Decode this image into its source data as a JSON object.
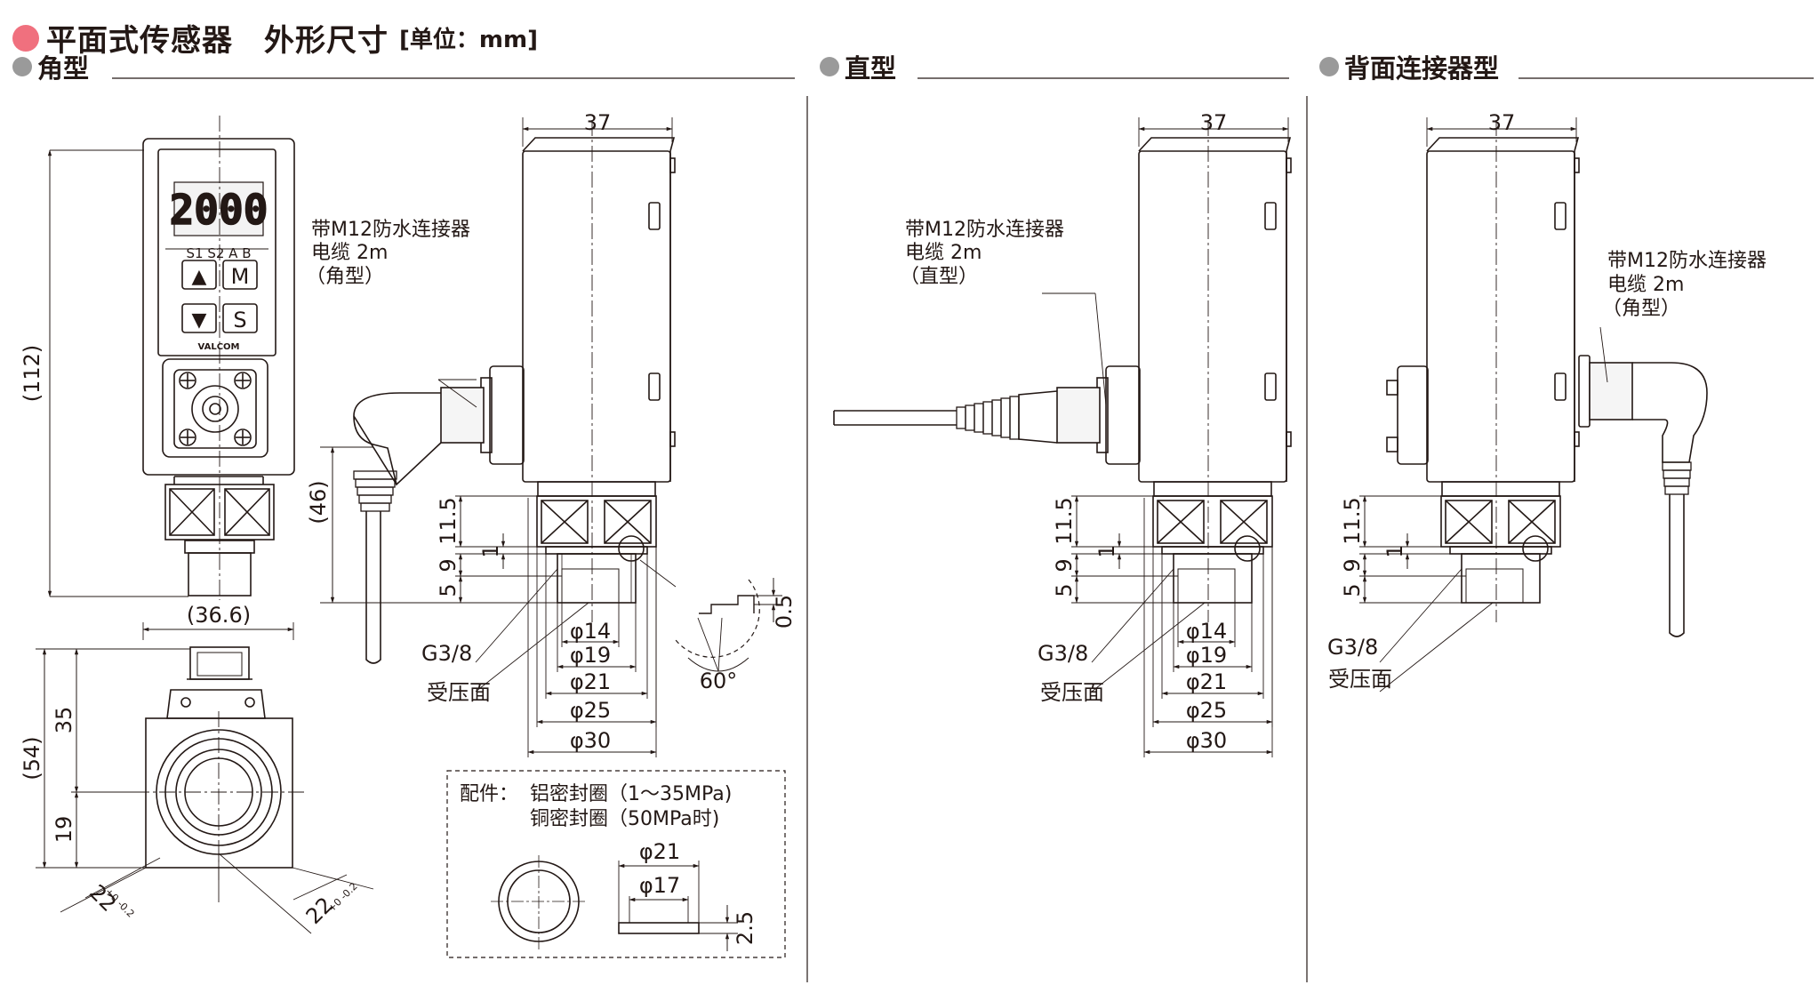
{
  "header": {
    "title": "平面式传感器　外形尺寸",
    "unit": "[单位：mm]"
  },
  "sections": {
    "angle": "角型",
    "straight": "直型",
    "back": "背面连接器型"
  },
  "front": {
    "display": "2000",
    "leds": "S1 S2 A  B",
    "btn_up": "▲",
    "btn_m": "M",
    "btn_down": "▼",
    "btn_s": "S",
    "brand": "VALCOM",
    "dim_112": "(112)",
    "dim_366": "(36.6)",
    "dim_35": "35",
    "dim_54": "(54)",
    "dim_19": "19",
    "dim_22a": "22",
    "dim_22b": "22",
    "tol": "+0 -0.2"
  },
  "angle": {
    "w37": "37",
    "label1": "带M12防水连接器",
    "label2": "电缆 2m",
    "label3": "（角型）",
    "d46": "(46)",
    "d115": "11.5",
    "d1": "1",
    "d9": "9",
    "d5": "5",
    "g38": "G3/8",
    "recv": "受压面",
    "phi14": "φ14",
    "phi19": "φ19",
    "phi21": "φ21",
    "phi25": "φ25",
    "phi30": "φ30",
    "d05": "0.5",
    "deg60": "60°"
  },
  "accessory": {
    "label": "配件：",
    "line1": "铝密封圈（1〜35MPa)",
    "line2": "铜密封圈（50MPa时)",
    "phi21": "φ21",
    "phi17": "φ17",
    "d25": "2.5"
  },
  "straight": {
    "w37": "37",
    "label1": "带M12防水连接器",
    "label2": "电缆 2m",
    "label3": "（直型）",
    "d115": "11.5",
    "d1": "1",
    "d9": "9",
    "d5": "5",
    "g38": "G3/8",
    "recv": "受压面",
    "phi14": "φ14",
    "phi19": "φ19",
    "phi21": "φ21",
    "phi25": "φ25",
    "phi30": "φ30"
  },
  "back": {
    "w37": "37",
    "label1": "带M12防水连接器",
    "label2": "电缆 2m",
    "label3": "（角型）",
    "d115": "11.5",
    "d1": "1",
    "d9": "9",
    "d5": "5",
    "g38": "G3/8",
    "recv": "受压面"
  }
}
